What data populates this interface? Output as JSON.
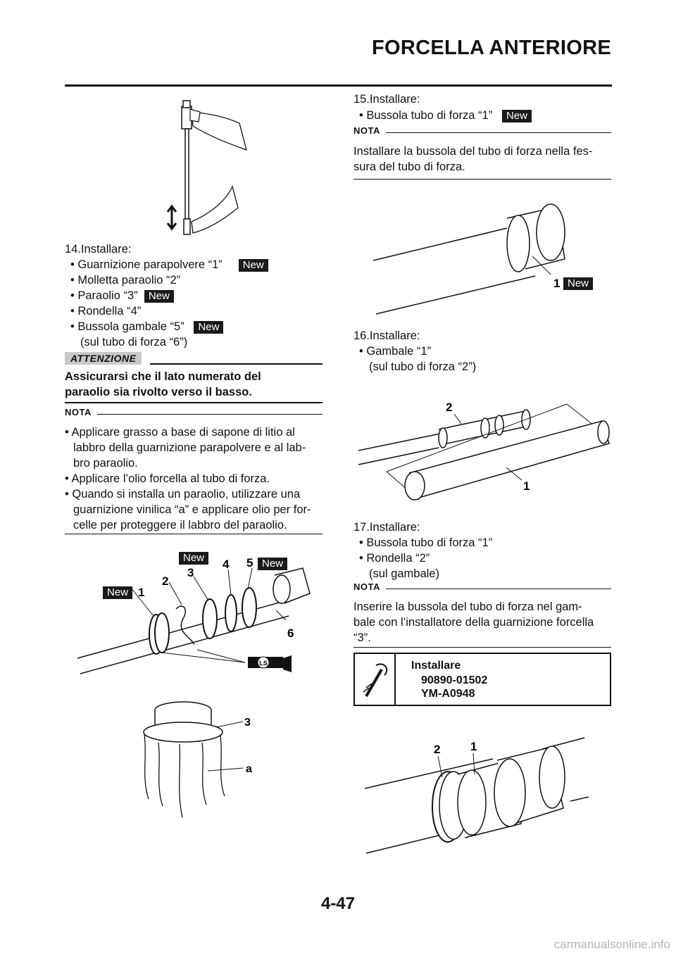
{
  "header": {
    "title": "FORCELLA ANTERIORE"
  },
  "left": {
    "step14": {
      "title": "14.Installare:",
      "items": [
        {
          "text": "• Guarnizione parapolvere “1”",
          "badge": "New"
        },
        {
          "text": "• Molletta paraolio “2”",
          "badge": ""
        },
        {
          "text": "• Paraolio “3”",
          "badge": "New"
        },
        {
          "text": "• Rondella “4”",
          "badge": ""
        },
        {
          "text": "• Bussola gambale “5”",
          "badge": "New"
        },
        {
          "text": "(sul tubo di forza “6”)",
          "badge": ""
        }
      ]
    },
    "attention": {
      "label": "ATTENZIONE",
      "lines": [
        "Assicurarsi che il lato numerato del",
        "paraolio sia rivolto verso il basso."
      ]
    },
    "nota": {
      "label": "NOTA",
      "lines": [
        "• Applicare grasso a base di sapone di litio al",
        "labbro della guarnizione parapolvere e al lab-",
        "bro paraolio.",
        "• Applicare l’olio forcella al tubo di forza.",
        "• Quando si installa un paraolio, utilizzare una",
        "guarnizione vinilica “a” e applicare olio per for-",
        "celle per proteggere il labbro del paraolio."
      ]
    },
    "figure2": {
      "callouts": {
        "c1": "1",
        "c2": "2",
        "c3": "3",
        "c4": "4",
        "c5": "5",
        "c6": "6",
        "ca": "a",
        "c3b": "3",
        "ls": "LS"
      },
      "badges": [
        "New",
        "New",
        "New"
      ]
    }
  },
  "right": {
    "step15": {
      "title": "15.Installare:",
      "item": "• Bussola tubo di forza “1”",
      "badge": "New",
      "nota_label": "NOTA",
      "nota_lines": [
        "Installare la bussola del tubo di forza nella fes-",
        "sura del tubo di forza."
      ],
      "fig_callout": "1",
      "fig_badge": "New"
    },
    "step16": {
      "title": "16.Installare:",
      "item": "• Gambale “1”",
      "sub": "(sul tubo di forza “2”)",
      "fig_callouts": [
        "2",
        "1"
      ]
    },
    "step17": {
      "title": "17.Installare:",
      "items": [
        "• Bussola tubo di forza “1”",
        "• Rondella “2”",
        "(sul gambale)"
      ],
      "nota_label": "NOTA",
      "nota_lines": [
        "Inserire la bussola del tubo di forza nel gam-",
        "bale con l’installatore della guarnizione forcella",
        "“3”."
      ],
      "tool": {
        "title": "Installare",
        "codes": [
          "90890-01502",
          "YM-A0948"
        ]
      },
      "fig_callouts": [
        "2",
        "1"
      ]
    }
  },
  "footer": {
    "page": "4-47"
  },
  "watermark": "carmanualsonline.info"
}
